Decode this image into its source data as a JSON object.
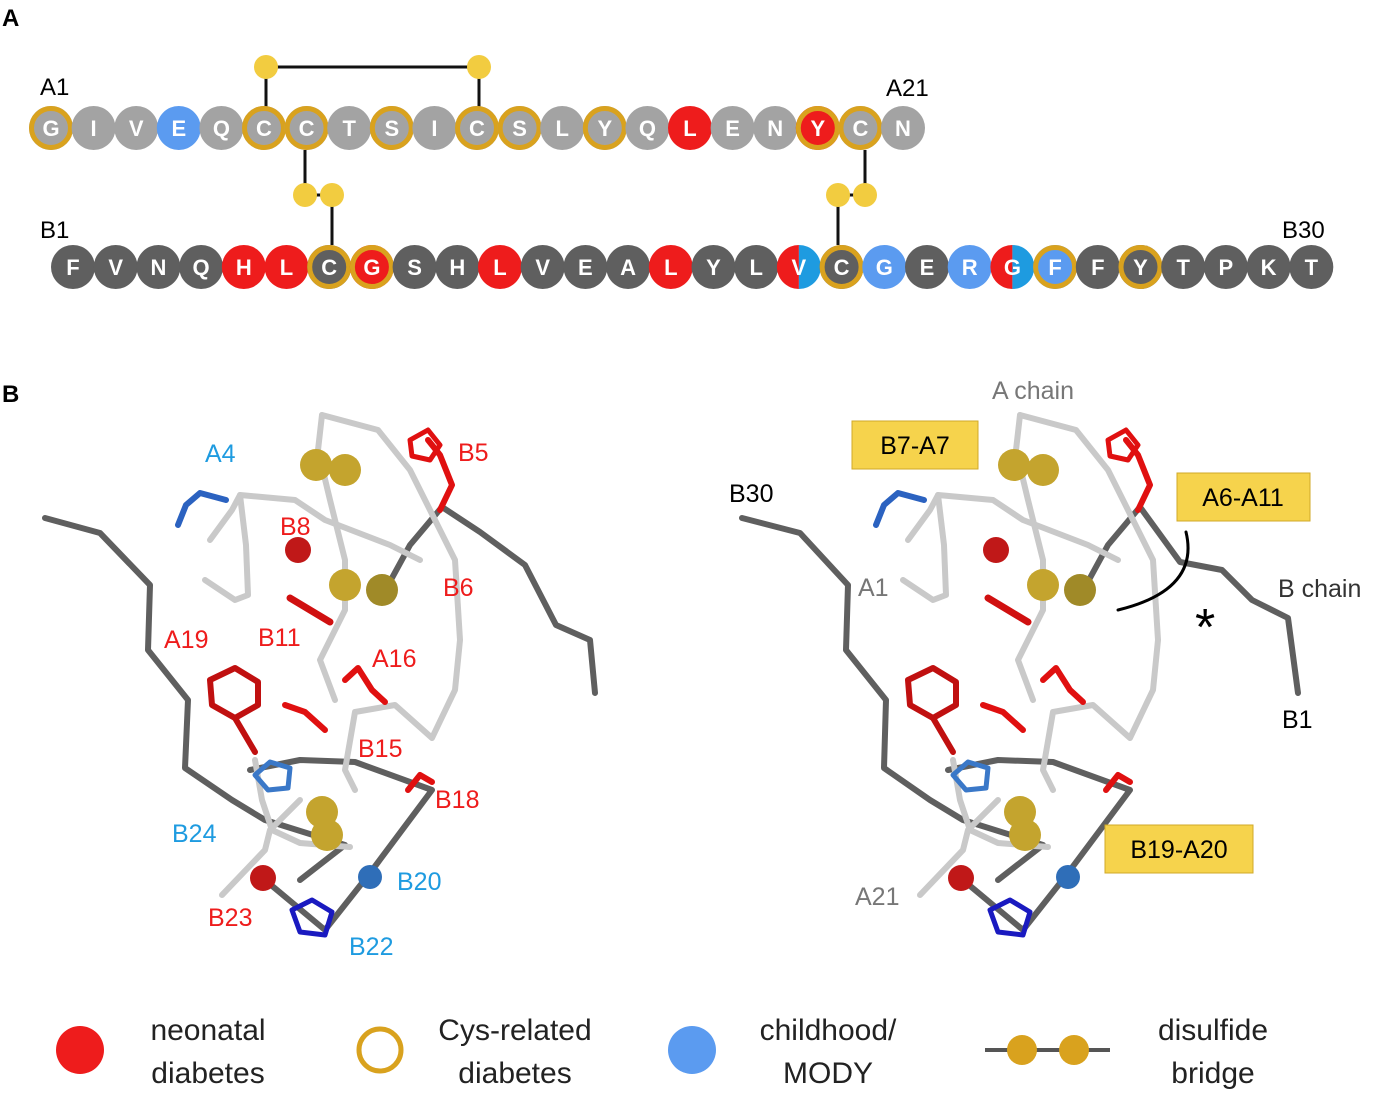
{
  "panel_a": {
    "label": "A",
    "a_chain": {
      "start_label": "A1",
      "end_label": "A21",
      "residues": [
        {
          "aa": "G",
          "fill": "grey",
          "ring": true
        },
        {
          "aa": "I",
          "fill": "grey",
          "ring": false
        },
        {
          "aa": "V",
          "fill": "grey",
          "ring": false
        },
        {
          "aa": "E",
          "fill": "blue",
          "ring": false
        },
        {
          "aa": "Q",
          "fill": "grey",
          "ring": false
        },
        {
          "aa": "C",
          "fill": "grey",
          "ring": true
        },
        {
          "aa": "C",
          "fill": "grey",
          "ring": true
        },
        {
          "aa": "T",
          "fill": "grey",
          "ring": false
        },
        {
          "aa": "S",
          "fill": "grey",
          "ring": true
        },
        {
          "aa": "I",
          "fill": "grey",
          "ring": false
        },
        {
          "aa": "C",
          "fill": "grey",
          "ring": true
        },
        {
          "aa": "S",
          "fill": "grey",
          "ring": true
        },
        {
          "aa": "L",
          "fill": "grey",
          "ring": false
        },
        {
          "aa": "Y",
          "fill": "grey",
          "ring": true
        },
        {
          "aa": "Q",
          "fill": "grey",
          "ring": false
        },
        {
          "aa": "L",
          "fill": "red",
          "ring": false
        },
        {
          "aa": "E",
          "fill": "grey",
          "ring": false
        },
        {
          "aa": "N",
          "fill": "grey",
          "ring": false
        },
        {
          "aa": "Y",
          "fill": "red",
          "ring": true
        },
        {
          "aa": "C",
          "fill": "grey",
          "ring": true
        },
        {
          "aa": "N",
          "fill": "grey",
          "ring": false
        }
      ]
    },
    "b_chain": {
      "start_label": "B1",
      "end_label": "B30",
      "residues": [
        {
          "aa": "F",
          "fill": "dark",
          "ring": false
        },
        {
          "aa": "V",
          "fill": "dark",
          "ring": false
        },
        {
          "aa": "N",
          "fill": "dark",
          "ring": false
        },
        {
          "aa": "Q",
          "fill": "dark",
          "ring": false
        },
        {
          "aa": "H",
          "fill": "red",
          "ring": false
        },
        {
          "aa": "L",
          "fill": "red",
          "ring": false
        },
        {
          "aa": "C",
          "fill": "dark",
          "ring": true
        },
        {
          "aa": "G",
          "fill": "red",
          "ring": true
        },
        {
          "aa": "S",
          "fill": "dark",
          "ring": false
        },
        {
          "aa": "H",
          "fill": "dark",
          "ring": false
        },
        {
          "aa": "L",
          "fill": "red",
          "ring": false
        },
        {
          "aa": "V",
          "fill": "dark",
          "ring": false
        },
        {
          "aa": "E",
          "fill": "dark",
          "ring": false
        },
        {
          "aa": "A",
          "fill": "dark",
          "ring": false
        },
        {
          "aa": "L",
          "fill": "red",
          "ring": false
        },
        {
          "aa": "Y",
          "fill": "dark",
          "ring": false
        },
        {
          "aa": "L",
          "fill": "dark",
          "ring": false
        },
        {
          "aa": "V",
          "fill": "split",
          "ring": false
        },
        {
          "aa": "C",
          "fill": "dark",
          "ring": true
        },
        {
          "aa": "G",
          "fill": "blue",
          "ring": false
        },
        {
          "aa": "E",
          "fill": "dark",
          "ring": false
        },
        {
          "aa": "R",
          "fill": "blue",
          "ring": false
        },
        {
          "aa": "G",
          "fill": "split",
          "ring": false
        },
        {
          "aa": "F",
          "fill": "blue",
          "ring": true
        },
        {
          "aa": "F",
          "fill": "dark",
          "ring": false
        },
        {
          "aa": "Y",
          "fill": "dark",
          "ring": true
        },
        {
          "aa": "T",
          "fill": "dark",
          "ring": false
        },
        {
          "aa": "P",
          "fill": "dark",
          "ring": false
        },
        {
          "aa": "K",
          "fill": "dark",
          "ring": false
        },
        {
          "aa": "T",
          "fill": "dark",
          "ring": false
        }
      ]
    },
    "bridges": [
      {
        "from": "A6",
        "to": "A11"
      },
      {
        "from": "A7",
        "to": "B7"
      },
      {
        "from": "A20",
        "to": "B19"
      }
    ]
  },
  "panel_b": {
    "label": "B",
    "left_labels": {
      "a4": "A4",
      "b5": "B5",
      "b8": "B8",
      "b6": "B6",
      "b11": "B11",
      "a19": "A19",
      "a16": "A16",
      "b15": "B15",
      "b18": "B18",
      "b24": "B24",
      "b20": "B20",
      "b23": "B23",
      "b22": "B22"
    },
    "right_labels": {
      "a_chain": "A chain",
      "b_chain": "B chain",
      "b30": "B30",
      "a1": "A1",
      "a21": "A21",
      "b1": "B1",
      "asterisk": "*"
    },
    "bridge_boxes": {
      "b7_a7": "B7-A7",
      "a6_a11": "A6-A11",
      "b19_a20": "B19-A20"
    }
  },
  "legend": {
    "neonatal": [
      "neonatal",
      "diabetes"
    ],
    "cys": [
      "Cys-related",
      "diabetes"
    ],
    "mody": [
      "childhood/",
      "MODY"
    ],
    "bridge": [
      "disulfide",
      "bridge"
    ]
  },
  "colors": {
    "red": "#ee1c1c",
    "blue": "#5b9bf0",
    "blue_text": "#1e9be0",
    "grey": "#a3a3a3",
    "dark": "#5f5f5f",
    "gold": "#d9a21e",
    "sulfur": "#f2cc40",
    "box": "#f6d34c"
  }
}
